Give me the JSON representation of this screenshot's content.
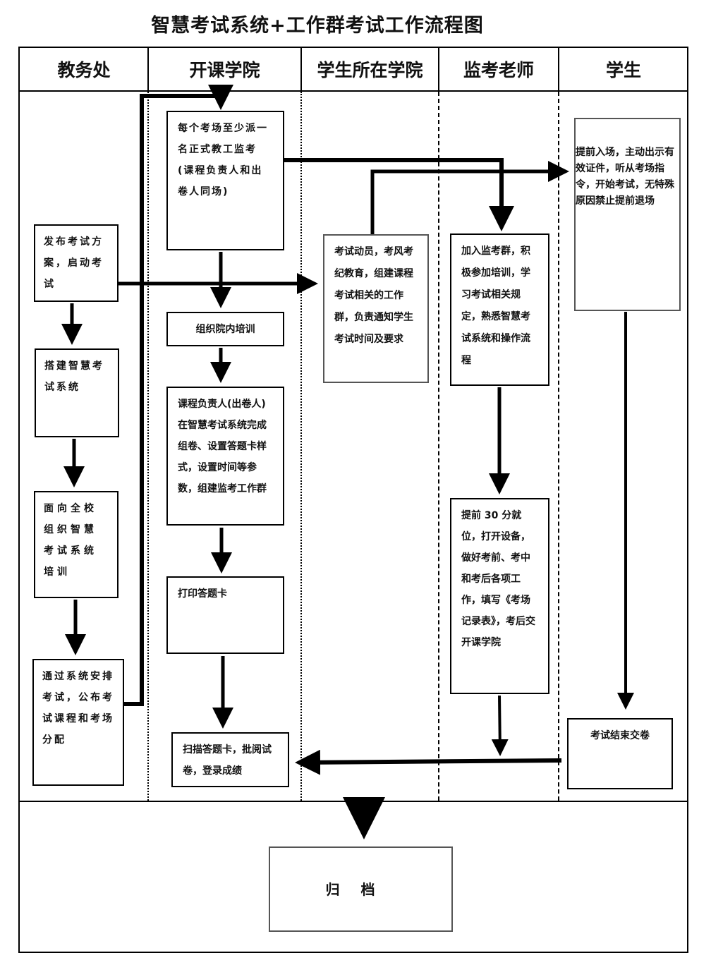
{
  "title": "智慧考试系统+工作群考试工作流程图",
  "lanes": [
    {
      "label": "教务处"
    },
    {
      "label": "开课学院"
    },
    {
      "label": "学生所在学院"
    },
    {
      "label": "监考老师"
    },
    {
      "label": "学生"
    }
  ],
  "boxes": {
    "publish_plan": "发布考试方案，启动考试",
    "build_system": "搭建智慧考试系统",
    "train_school": "面向全校组织智慧考试系统培训",
    "arrange_exam": "通过系统安排考试，公布考试课程和考场分配",
    "assign_invigilator": "每个考场至少派一名正式教工监考(课程负责人和出卷人同场)",
    "internal_training": "组织院内培训",
    "setup_exam": "课程负责人(出卷人)在智慧考试系统完成组卷、设置答题卡样式，设置时间等参数，组建监考工作群",
    "print_cards": "打印答题卡",
    "scan_grade": "扫描答题卡，批阅试卷，登录成绩",
    "mobilize_students": "考试动员，考风考纪教育，组建课程考试相关的工作群，负责通知学生考试时间及要求",
    "join_group": "加入监考群，积极参加培训，学习考试相关规定，熟悉智慧考试系统和操作流程",
    "on_site": "提前 30 分就位，打开设备，做好考前、考中和考后各项工作，填写《考场记录表》，考后交开课学院",
    "student_enter": "提前入场，主动出示有效证件，听从考场指令，开始考试，无特殊原因禁止提前退场",
    "submit_paper": "考试结束交卷",
    "archive": "归档"
  }
}
